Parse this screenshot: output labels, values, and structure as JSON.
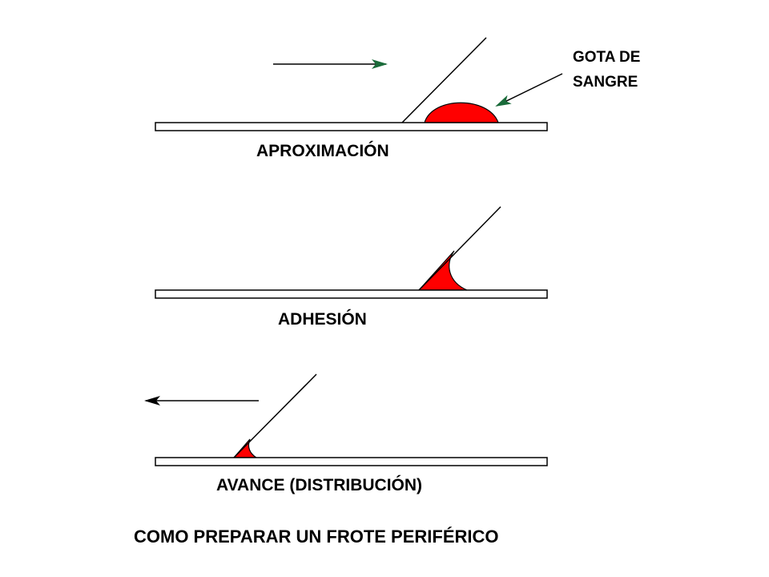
{
  "colors": {
    "blood": "#ff0000",
    "arrow_right": "#1a6b3a",
    "arrow_left": "#000000",
    "ink": "#000000",
    "background": "#ffffff"
  },
  "stages": [
    {
      "label": "APROXIMACIÓN"
    },
    {
      "label": "ADHESIÓN"
    },
    {
      "label": "AVANCE (DISTRIBUCIÓN)"
    }
  ],
  "drop_label": {
    "line1": "GOTA DE",
    "line2": "SANGRE"
  },
  "title": "COMO PREPARAR UN FROTE PERIFÉRICO"
}
